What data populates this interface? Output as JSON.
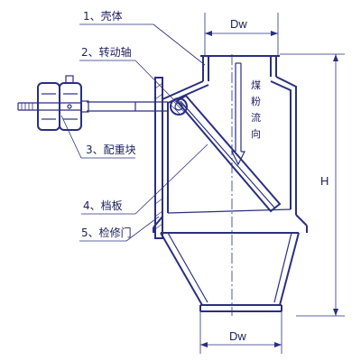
{
  "labels": {
    "shell": "1、壳体",
    "shaft": "2、转动轴",
    "weight": "3、配重块",
    "baffle": "4、档板",
    "door": "5、检修门"
  },
  "dimensions": {
    "top_width": "Dw",
    "bottom_width": "Dw",
    "height": "H"
  },
  "flow_text": [
    "煤",
    "粉",
    "流",
    "向"
  ],
  "colors": {
    "line": "#2a2f80",
    "text": "#1c1f5e"
  }
}
